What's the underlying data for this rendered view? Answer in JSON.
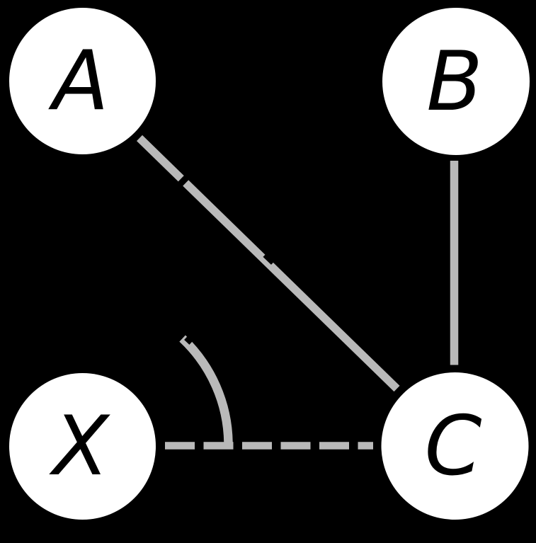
{
  "diagram": {
    "type": "undirected-graph-figure",
    "background_color": "#000000",
    "node_fill_color": "#ffffff",
    "node_label_color": "#000000",
    "edge_color": "#b9b9b9",
    "nodes": [
      {
        "id": "A",
        "label": "A",
        "position": "top-left"
      },
      {
        "id": "B",
        "label": "B",
        "position": "top-right"
      },
      {
        "id": "X",
        "label": "X",
        "position": "bottom-left"
      },
      {
        "id": "C",
        "label": "C",
        "position": "bottom-right"
      }
    ],
    "edges": [
      {
        "from": "A",
        "to": "C",
        "style": "long-dash"
      },
      {
        "from": "B",
        "to": "C",
        "style": "solid"
      },
      {
        "from": "X",
        "to": "C",
        "style": "dashed"
      }
    ],
    "annotations": [
      {
        "type": "arc",
        "description": "gray quarter-arc centered on node X sweeping from the X-C dashed edge up toward the A-C edge"
      }
    ]
  }
}
